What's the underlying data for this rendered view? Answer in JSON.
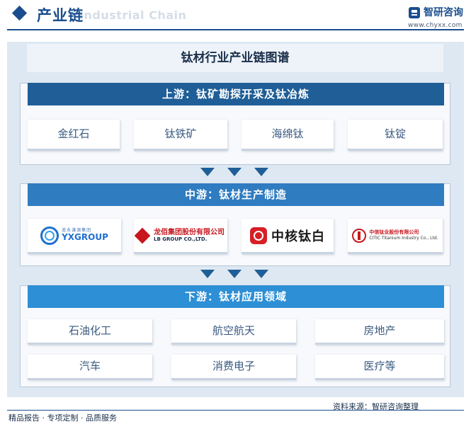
{
  "header": {
    "title": "产业链",
    "title_en": "Industrial Chain",
    "brand_name": "智研咨询",
    "brand_url": "www.chyxx.com"
  },
  "main_title": "钛材行业产业链图谱",
  "upstream": {
    "title": "上游：钛矿勘探开采及钛冶炼",
    "items": [
      "金红石",
      "钛铁矿",
      "海绵钛",
      "钛锭"
    ]
  },
  "midstream": {
    "title": "中游：钛材生产制造",
    "companies": [
      {
        "name_cn": "遥永谦源集团",
        "name_en": "YXGROUP",
        "icon": "yx-group-logo"
      },
      {
        "name_cn": "龙佰集团股份有限公司",
        "name_en": "LB GROUP CO.,LTD.",
        "icon": "lb-group-logo"
      },
      {
        "name_cn": "中核钛白",
        "icon": "zhonghe-taibai-logo"
      },
      {
        "name_cn": "中信钛业股份有限公司",
        "name_en": "CITIC Titanium Industry Co., Ltd.",
        "icon": "citic-titanium-logo"
      }
    ]
  },
  "downstream": {
    "title": "下游：钛材应用领域",
    "items": [
      "石油化工",
      "航空航天",
      "房地产",
      "汽车",
      "消费电子",
      "医疗等"
    ]
  },
  "footer": {
    "left": "精品报告 · 专项定制 · 品质服务",
    "source": "资料来源：智研咨询整理"
  },
  "colors": {
    "brand": "#1a4d8f",
    "upstream_header": "#1f5e96",
    "midstream_header": "#2f7cc0",
    "downstream_header": "#2d8fd5",
    "panel_bg": "#dde8f2"
  }
}
